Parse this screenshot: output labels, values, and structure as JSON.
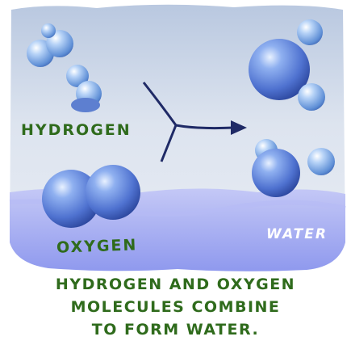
{
  "labels": {
    "hydrogen": "HYDROGEN",
    "oxygen": "OXYGEN",
    "water": "WATER"
  },
  "caption": {
    "line1": "HYDROGEN AND OXYGEN",
    "line2": "MOLECULES COMBINE",
    "line3": "TO FORM WATER."
  },
  "colors": {
    "sky_top": "#b9c8e0",
    "sky_bottom": "#e4e9f2",
    "sea": "#9aa3f0",
    "molecule": "#5a82d8",
    "label_text": "#2f6b1c",
    "arrow": "#1f2a66"
  }
}
